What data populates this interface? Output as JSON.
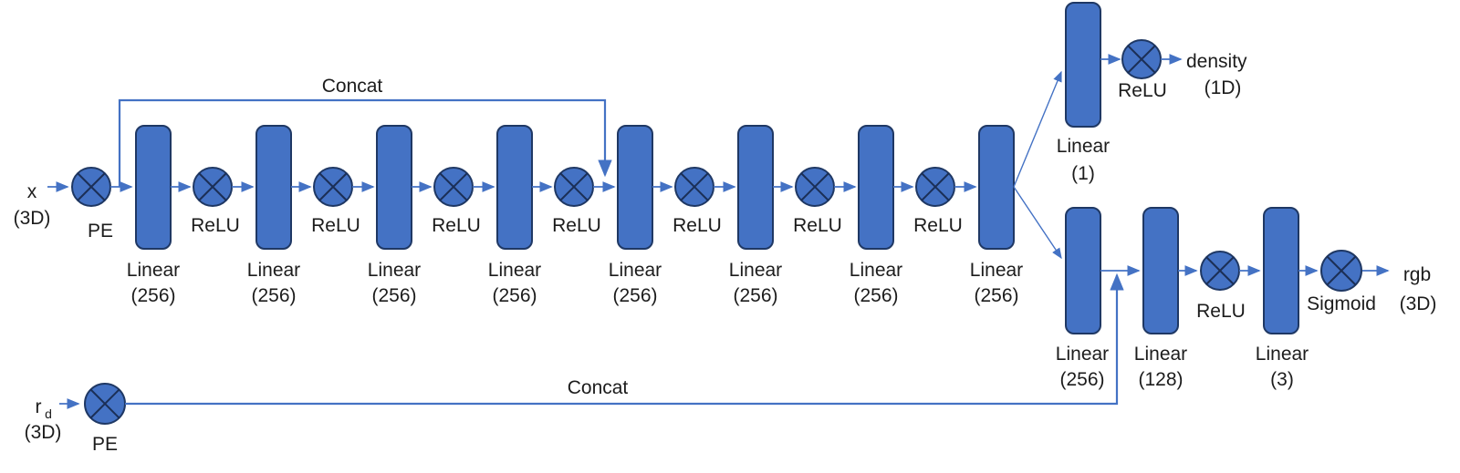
{
  "diagram": {
    "colors": {
      "node_fill": "#4472C4",
      "node_border": "#1F3864",
      "line": "#4472C4",
      "text": "#1c1c1c"
    },
    "position_input": {
      "name": "x",
      "dim": "(3D)",
      "encoder": "PE"
    },
    "direction_input": {
      "name": "r",
      "subscript": "d",
      "dim": "(3D)",
      "encoder": "PE"
    },
    "skip_connection_label": "Concat",
    "view_concat_label": "Concat",
    "main_chain": {
      "blocks": [
        {
          "label": "Linear",
          "dim": "(256)"
        },
        {
          "label": "Linear",
          "dim": "(256)"
        },
        {
          "label": "Linear",
          "dim": "(256)"
        },
        {
          "label": "Linear",
          "dim": "(256)"
        },
        {
          "label": "Linear",
          "dim": "(256)"
        },
        {
          "label": "Linear",
          "dim": "(256)"
        },
        {
          "label": "Linear",
          "dim": "(256)"
        },
        {
          "label": "Linear",
          "dim": "(256)"
        }
      ],
      "activations": [
        "ReLU",
        "ReLU",
        "ReLU",
        "ReLU",
        "ReLU",
        "ReLU",
        "ReLU"
      ]
    },
    "density_branch": {
      "linear": {
        "label": "Linear",
        "dim": "(1)"
      },
      "activation": "ReLU",
      "output_name": "density",
      "output_dim": "(1D)"
    },
    "rgb_branch": {
      "blocks": [
        {
          "label": "Linear",
          "dim": "(256)"
        },
        {
          "label": "Linear",
          "dim": "(128)"
        },
        {
          "label": "Linear",
          "dim": "(3)"
        }
      ],
      "activation": "ReLU",
      "output_activation": "Sigmoid",
      "output_name": "rgb",
      "output_dim": "(3D)"
    }
  }
}
